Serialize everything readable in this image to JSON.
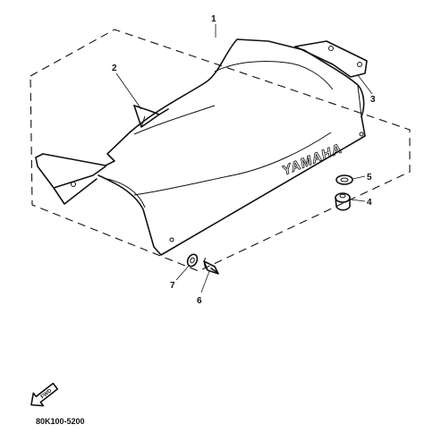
{
  "diagram": {
    "assembly_callout": "1",
    "brand_marking": "YAMAHA",
    "part_code": "80K100-5200",
    "forward_label": "FWD",
    "parts": [
      {
        "callout": "2"
      },
      {
        "callout": "3"
      },
      {
        "callout": "4"
      },
      {
        "callout": "5"
      },
      {
        "callout": "6"
      },
      {
        "callout": "7"
      }
    ]
  }
}
